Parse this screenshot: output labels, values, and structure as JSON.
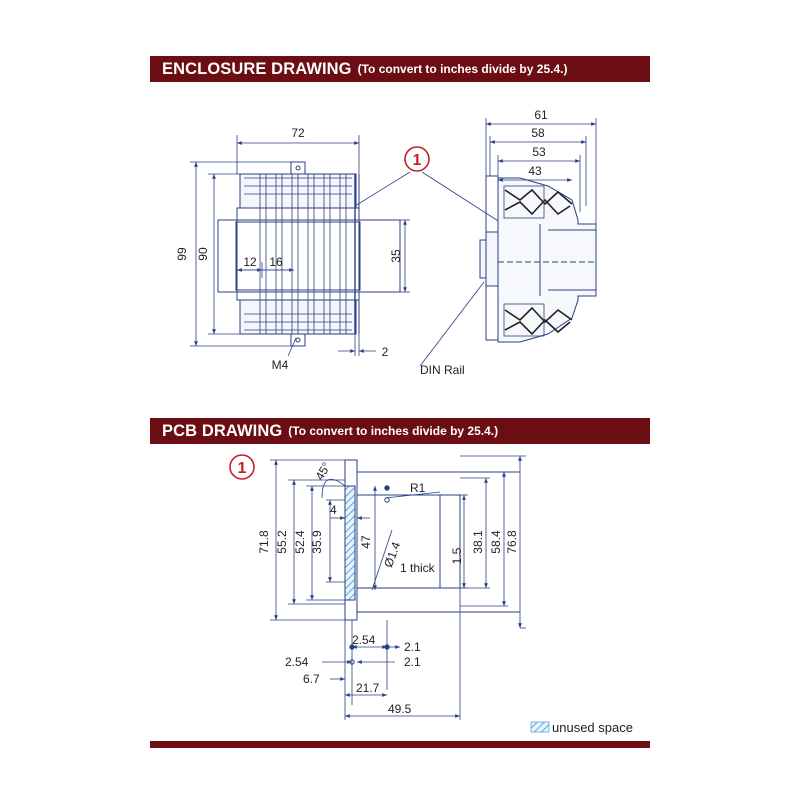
{
  "enclosure": {
    "title": "ENCLOSURE DRAWING",
    "subtitle": "(To convert to inches divide by 25.4.)",
    "callout": "1",
    "labels": {
      "width_72": "72",
      "height_99": "99",
      "height_90": "90",
      "pitch_12": "12",
      "pitch_16": "16",
      "rail_35": "35",
      "offset_2": "2",
      "screw_m4": "M4",
      "depth_61": "61",
      "depth_58": "58",
      "depth_53": "53",
      "depth_43": "43",
      "din_rail": "DIN Rail"
    }
  },
  "pcb": {
    "title": "PCB DRAWING",
    "subtitle": "(To convert to inches divide by 25.4.)",
    "callout": "1",
    "labels": {
      "angle_45": "45°",
      "radius_r1": "R1",
      "d_4": "4",
      "h_71_8": "71.8",
      "h_55_2": "55.2",
      "h_52_4": "52.4",
      "h_35_9": "35.9",
      "h_47": "47",
      "hole_dia": "Ø1.4",
      "thick": "1 thick",
      "h_1_5": "1.5",
      "h_38_1": "38.1",
      "h_58_4": "58.4",
      "h_76_8": "76.8",
      "d_2_54_a": "2.54",
      "d_2_1_a": "2.1",
      "d_2_54_b": "2.54",
      "d_2_1_b": "2.1",
      "d_6_7": "6.7",
      "d_21_7": "21.7",
      "d_49_5": "49.5"
    },
    "legend": "unused space"
  },
  "colors": {
    "banner": "#6b0d12",
    "dim_line": "#2a3f86",
    "callout": "#c0202a",
    "hatch": "#5aa6d6"
  }
}
